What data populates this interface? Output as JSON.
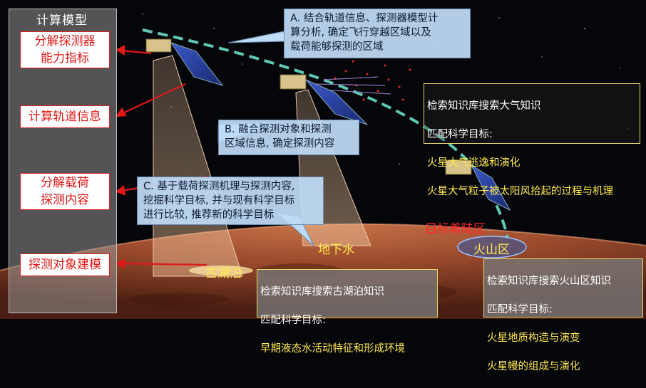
{
  "panel": {
    "title": "计算模型",
    "items": [
      {
        "label": "分解探测器\n能力指标"
      },
      {
        "label": "计算轨道信息"
      },
      {
        "label": "分解载荷\n探测内容"
      },
      {
        "label": "探测对象建模"
      }
    ]
  },
  "callouts": {
    "a": "A. 结合轨道信息、探测器模型计\n算分析, 确定飞行穿越区域以及\n载荷能够探测的区域",
    "b": "B. 融合探测对象和探测\n区域信息, 确定探测内容",
    "c": "C. 基于载荷探测机理与探测内容,\n挖掘科学目标, 并与现有科学目标\n进行比较, 推荐新的科学目标"
  },
  "knowledge": {
    "atmosphere": {
      "line1": "检索知识库搜索大气知识",
      "line2": "匹配科学目标:",
      "goal1": "火星大气逃逸和演化",
      "goal2": "火星大气粒子被太阳风拾起的过程与机理"
    },
    "lake": {
      "line1": "检索知识库搜索古湖泊知识",
      "line2": "匹配科学目标:",
      "goal1": "早期液态水活动特征和形成环境"
    },
    "volcano": {
      "line1": "检索知识库搜索火山区知识",
      "line2": "匹配科学目标:",
      "goal1": "火星地质构造与演变",
      "goal2": "火星幔的组成与演化"
    }
  },
  "labels": {
    "landing": "目标着陆区",
    "underground": "地下水",
    "lake": "古湖泊",
    "volcano": "火山区"
  },
  "colors": {
    "red_accent": "#e01818",
    "yellow_text": "#ffe94d",
    "orbit": "#5fc7b4",
    "callout_bg": "#bedcf5"
  }
}
